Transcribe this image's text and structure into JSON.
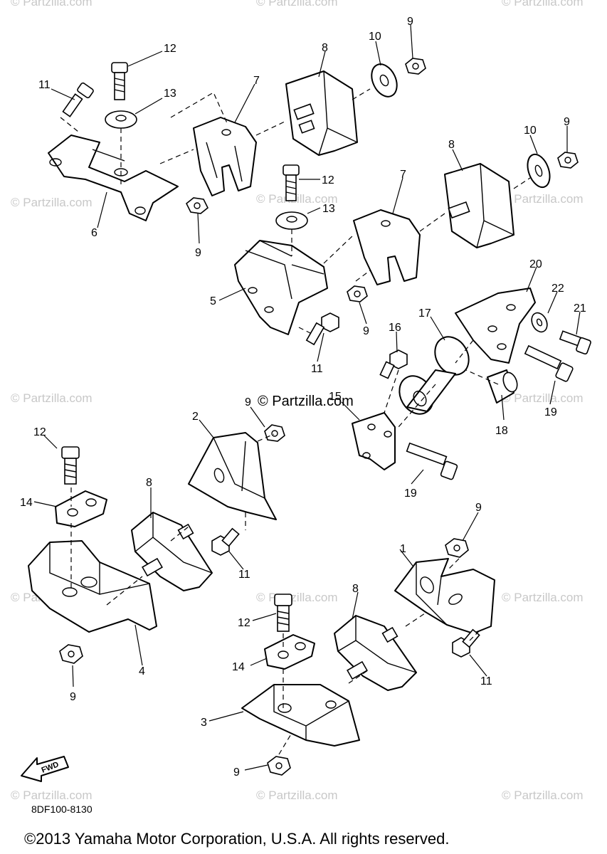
{
  "watermark": "© Partzilla.com",
  "diagram_code": "8DF100-8130",
  "copyright": "©2013 Yamaha Motor Corporation, U.S.A. All rights reserved.",
  "fwd_label": "FWD",
  "callouts": {
    "c1": "1",
    "c2": "2",
    "c3": "3",
    "c4": "4",
    "c5": "5",
    "c6": "6",
    "c7a": "7",
    "c7b": "7",
    "c8a": "8",
    "c8b": "8",
    "c8c": "8",
    "c8d": "8",
    "c9a": "9",
    "c9b": "9",
    "c9c": "9",
    "c9d": "9",
    "c9e": "9",
    "c9f": "9",
    "c9g": "9",
    "c9h": "9",
    "c10a": "10",
    "c10b": "10",
    "c11a": "11",
    "c11b": "11",
    "c11c": "11",
    "c11d": "11",
    "c12a": "12",
    "c12b": "12",
    "c12c": "12",
    "c12d": "12",
    "c13a": "13",
    "c13b": "13",
    "c14a": "14",
    "c14b": "14",
    "c15": "15",
    "c16": "16",
    "c17": "17",
    "c18": "18",
    "c19a": "19",
    "c19b": "19",
    "c20": "20",
    "c21": "21",
    "c22": "22"
  }
}
